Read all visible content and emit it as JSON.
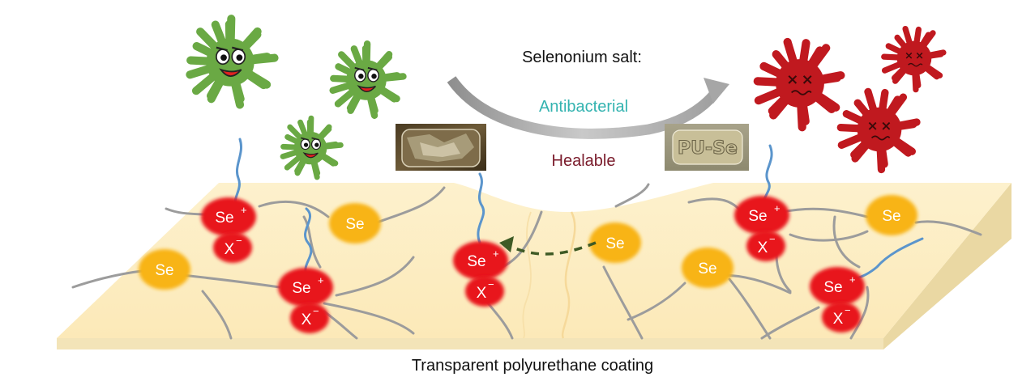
{
  "top_label": "Selenonium salt:",
  "property_1": "Antibacterial",
  "property_2": "Healable",
  "caption": "Transparent polyurethane coating",
  "photo_right_text": "PU-Se",
  "selenonium": {
    "cation": "Se",
    "charge_plus": "+",
    "anion": "X",
    "charge_minus": "−"
  },
  "selenide_label": "Se",
  "colors": {
    "coating_top": "#fdefc6",
    "coating_side": "#ecdcab",
    "chain": "#9e9e9e",
    "tether": "#5b95cc",
    "selenonium": "#e8141b",
    "selenide": "#f8b414",
    "healthy_bacteria": "#6aa944",
    "dead_bacteria": "#c0191f",
    "property_1": "#33b3b0",
    "property_2": "#7a1b2b",
    "arrow": "#a6a6a6",
    "dashed_arrow": "#3e5a25"
  },
  "icons": {
    "healthy": "smiling-green-bacterium-icon",
    "dead": "dead-red-bacterium-icon"
  }
}
